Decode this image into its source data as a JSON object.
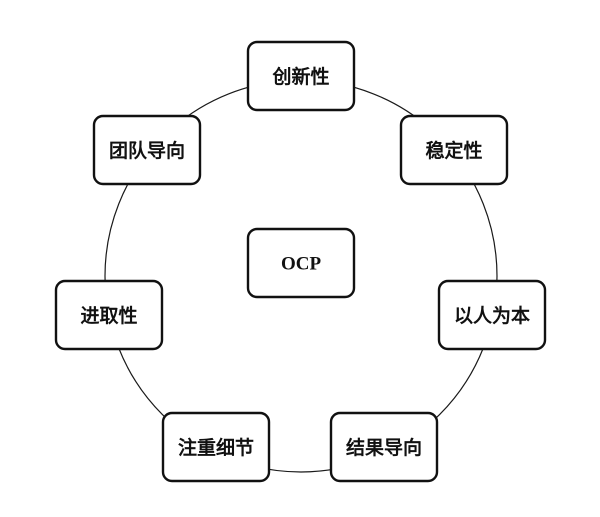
{
  "diagram": {
    "center": {
      "label": "OCP"
    },
    "nodes": [
      {
        "label": "创新性"
      },
      {
        "label": "稳定性"
      },
      {
        "label": "以人为本"
      },
      {
        "label": "结果导向"
      },
      {
        "label": "注重细节"
      },
      {
        "label": "进取性"
      },
      {
        "label": "团队导向"
      }
    ]
  }
}
